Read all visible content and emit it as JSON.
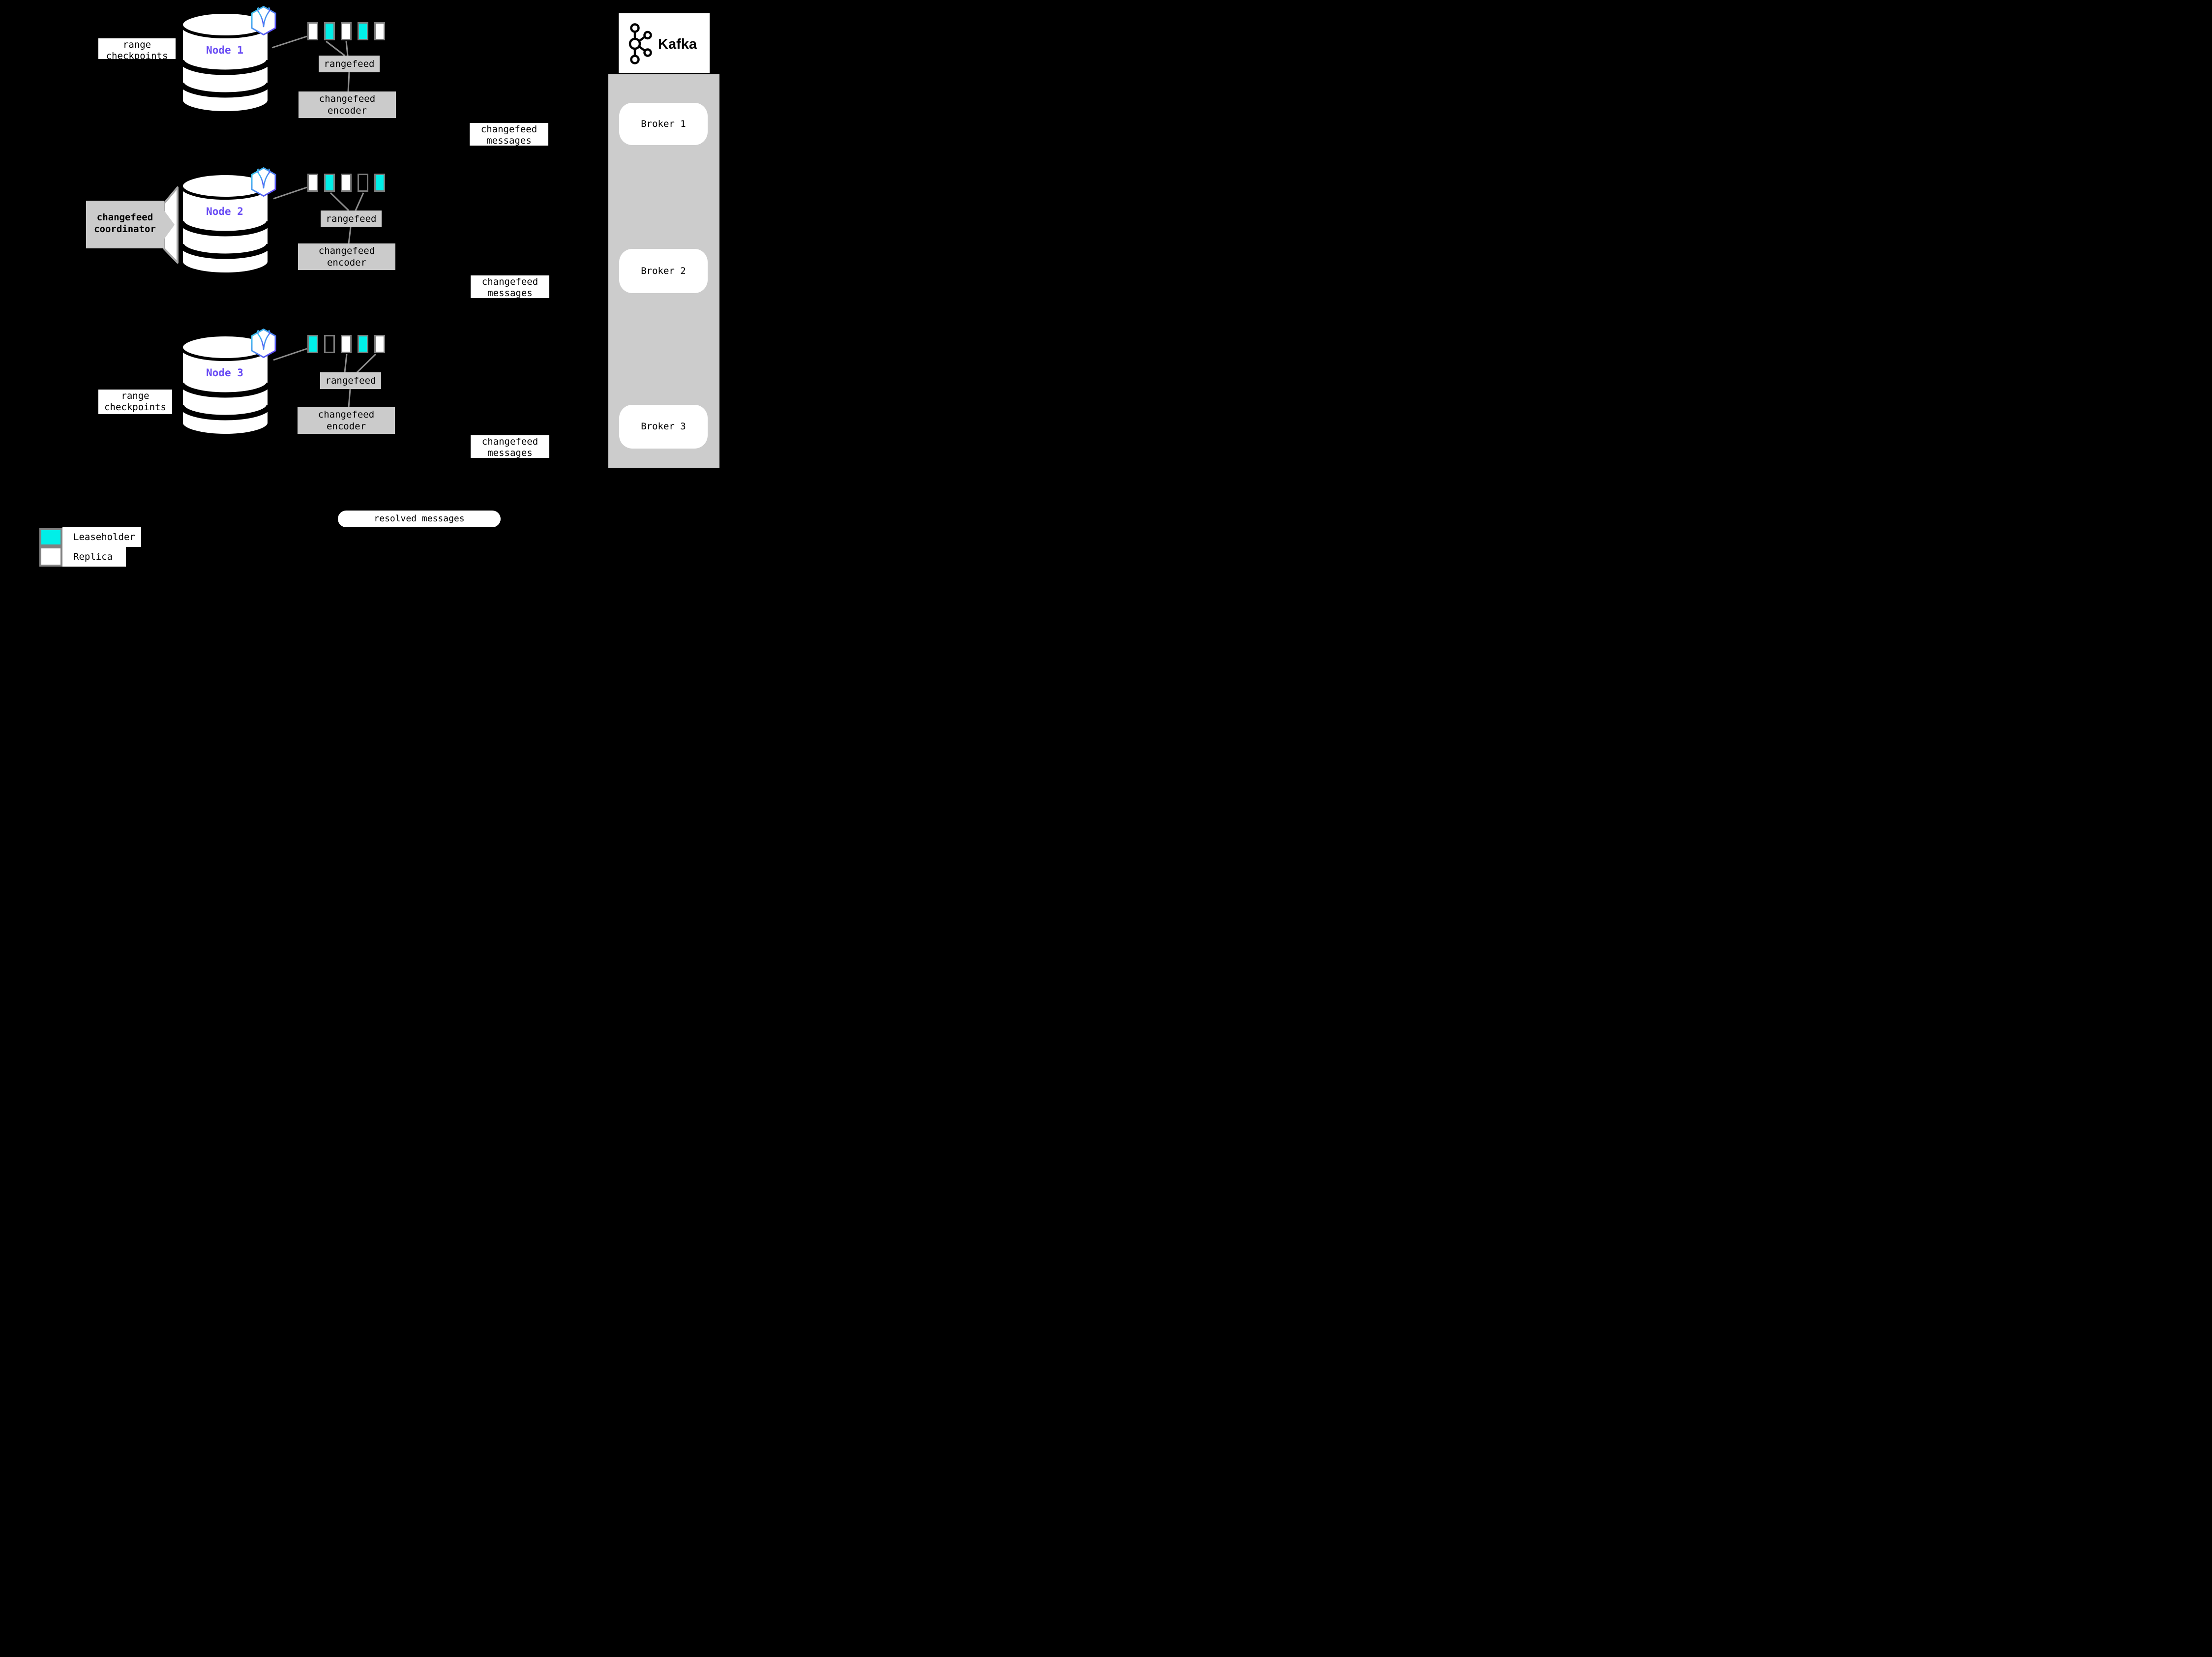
{
  "annotations": {
    "range_checkpoints_top": {
      "line1": "range",
      "line2": "checkpoints"
    },
    "range_checkpoints_bottom": {
      "line1": "range",
      "line2": "checkpoints"
    },
    "coordinator": {
      "line1": "changefeed",
      "line2": "coordinator"
    },
    "resolved": "resolved messages"
  },
  "nodes": [
    {
      "name": "Node 1",
      "ranges": [
        "replica",
        "leaseholder",
        "replica",
        "leaseholder",
        "replica"
      ],
      "rangefeed_label": "rangefeed",
      "encoder": {
        "line1": "changefeed",
        "line2": "encoder"
      },
      "messages": {
        "line1": "changefeed",
        "line2": "messages"
      }
    },
    {
      "name": "Node 2",
      "ranges": [
        "replica",
        "leaseholder",
        "replica",
        "empty",
        "leaseholder"
      ],
      "rangefeed_label": "rangefeed",
      "encoder": {
        "line1": "changefeed",
        "line2": "encoder"
      },
      "messages": {
        "line1": "changefeed",
        "line2": "messages"
      }
    },
    {
      "name": "Node 3",
      "ranges": [
        "leaseholder",
        "empty",
        "replica",
        "leaseholder",
        "replica"
      ],
      "rangefeed_label": "rangefeed",
      "encoder": {
        "line1": "changefeed",
        "line2": "encoder"
      },
      "messages": {
        "line1": "changefeed",
        "line2": "messages"
      }
    }
  ],
  "kafka": {
    "brand": "Kafka",
    "brokers": [
      "Broker 1",
      "Broker 2",
      "Broker 3"
    ]
  },
  "legend": [
    {
      "label": "Leaseholder",
      "kind": "leaseholder"
    },
    {
      "label": "Replica",
      "kind": "replica"
    }
  ],
  "colors": {
    "background": "#000000",
    "leaseholder": "#00efe8",
    "replica": "#ffffff",
    "box_gray": "#cbcbcb",
    "container_gray": "#cccccc",
    "connector_gray": "#8c8c8c",
    "node_label_purple": "#6a4df4",
    "badge_cyan": "#35d6ed",
    "badge_purple": "#6236f5"
  }
}
